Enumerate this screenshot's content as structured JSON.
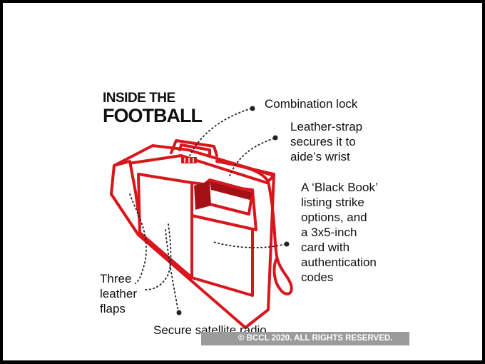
{
  "title": {
    "line1": "INSIDE THE",
    "line2": "FOOTBALL"
  },
  "labels": {
    "combination_lock": "Combination lock",
    "leather_strap": "Leather-strap\nsecures it to\naide’s wrist",
    "black_book": "A ‘Black Book’\nlisting strike\noptions, and\na 3x5-inch\ncard with\nauthentication\ncodes",
    "three_flaps": "Three\nleather\nflaps",
    "satellite_radio": "Secure satellite radio"
  },
  "copyright": "© BCCL 2020. ALL RIGHTS RESERVED.",
  "colors": {
    "outline": "#d8161b",
    "fill": "#ffffff",
    "leader": "#222222",
    "watermark_bg": "#9b9b9b"
  }
}
